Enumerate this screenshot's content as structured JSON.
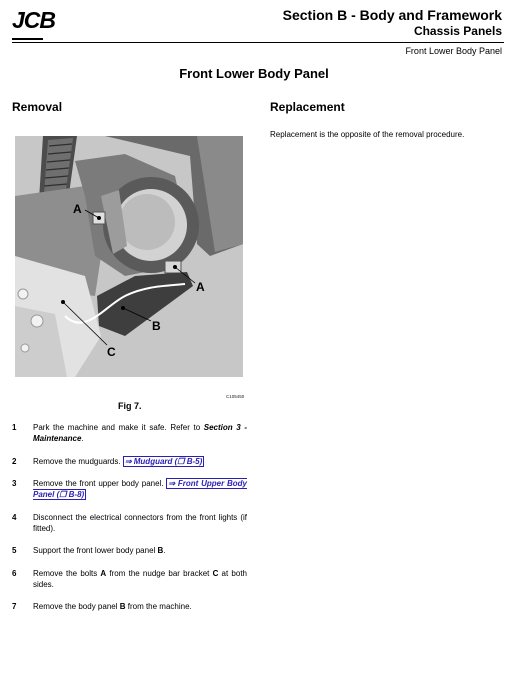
{
  "header": {
    "logo": "JCB",
    "section_title": "Section B - Body and Framework",
    "section_subtitle": "Chassis Panels",
    "sub_title": "Front Lower Body Panel"
  },
  "page": {
    "title": "Front Lower Body Panel"
  },
  "removal": {
    "heading": "Removal"
  },
  "replacement": {
    "heading": "Replacement",
    "text": "Replacement is the opposite of the removal procedure."
  },
  "figure": {
    "code": "C105450",
    "caption": "Fig 7.",
    "labels": {
      "a1": "A",
      "a2": "A",
      "b": "B",
      "c": "C"
    }
  },
  "steps": [
    {
      "num": "1",
      "text": "Park the machine and make it safe. Refer to ",
      "ref": "Section 3 - Maintenance",
      "after": "."
    },
    {
      "num": "2",
      "text": "Remove the mudguards. ",
      "link": "⇒ Mudguard (❐ B-5)"
    },
    {
      "num": "3",
      "text": "Remove the front upper body panel. ",
      "link": "⇒ Front Upper Body Panel (❐ B-8)"
    },
    {
      "num": "4",
      "text": "Disconnect the electrical connectors from the front lights (if fitted)."
    },
    {
      "num": "5",
      "text": "Support the front lower body panel ",
      "bold": "B",
      "after": "."
    },
    {
      "num": "6",
      "pre": "Remove the bolts ",
      "bold_a": "A",
      "mid": " from the nudge bar bracket ",
      "bold_c": "C",
      "post": " at both sides."
    },
    {
      "num": "7",
      "text": "Remove the body panel ",
      "bold": "B",
      "after": " from the machine."
    }
  ]
}
